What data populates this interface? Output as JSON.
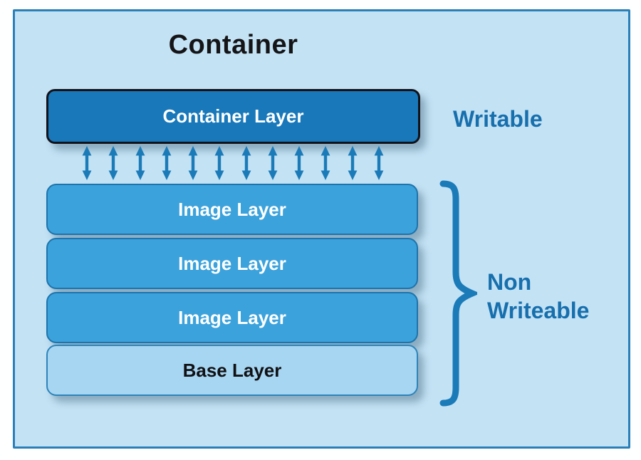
{
  "panel": {
    "title": "Container",
    "background": "#c3e2f4",
    "border_color": "#2b7fb8"
  },
  "stack": {
    "container_layer": {
      "label": "Container Layer",
      "fill": "#1878ba",
      "text_color": "#ffffff"
    },
    "image_layers": [
      {
        "label": "Image Layer"
      },
      {
        "label": "Image Layer"
      },
      {
        "label": "Image Layer"
      }
    ],
    "image_layer_fill": "#3ba2dc",
    "base_layer": {
      "label": "Base Layer",
      "fill": "#a7d6f2",
      "text_color": "#111114"
    }
  },
  "annotations": {
    "writable": {
      "label": "Writable"
    },
    "non_writeable": {
      "line1": "Non",
      "line2": "Writeable"
    },
    "text_color": "#176fad"
  },
  "connector": {
    "type": "double-headed-vertical-arrow",
    "count": 12,
    "color": "#1b7bb8"
  },
  "brace": {
    "side": "right",
    "color": "#1b7bb8"
  }
}
